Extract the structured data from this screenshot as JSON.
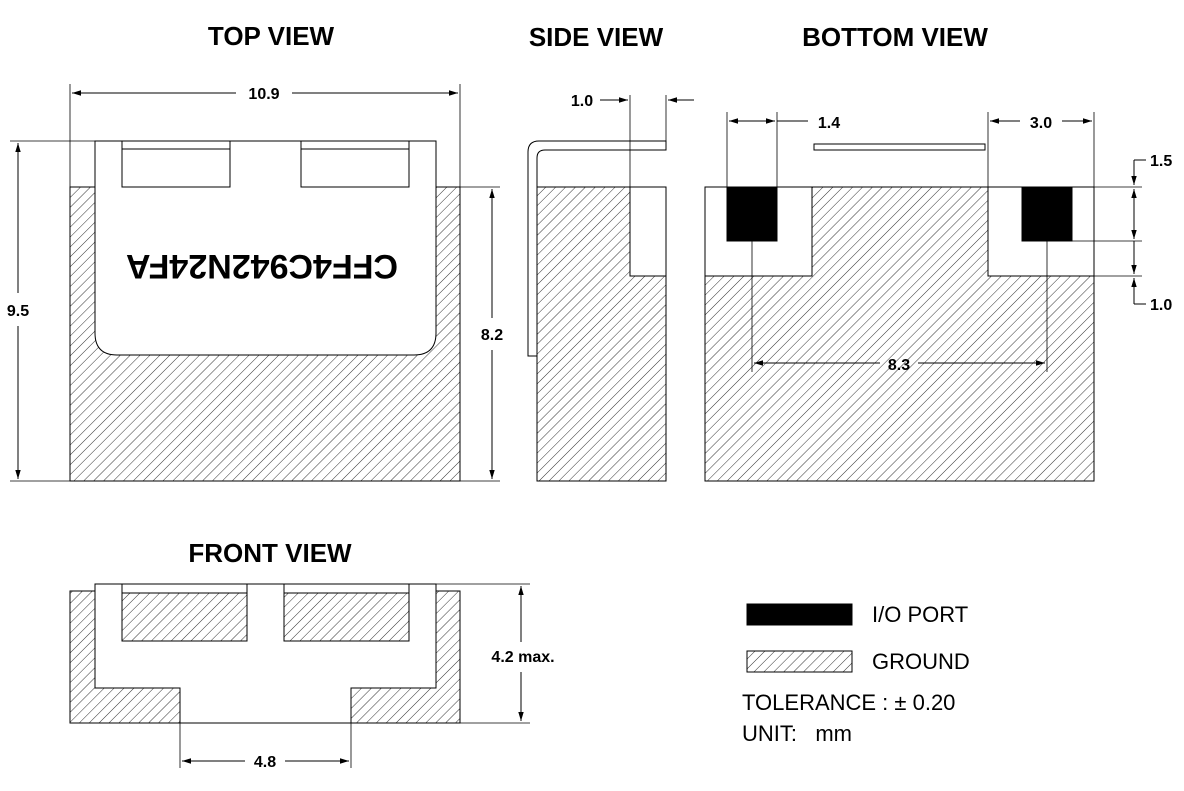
{
  "views": {
    "top": {
      "title": "TOP VIEW",
      "marking": "CFF4C942N24FA",
      "width": "10.9",
      "height": "9.5",
      "body_height": "8.2"
    },
    "side": {
      "title": "SIDE VIEW",
      "tab": "1.0"
    },
    "bottom": {
      "title": "BOTTOM VIEW",
      "pad_width": "1.4",
      "pad_offset": "3.0",
      "pad_gap": "1.5",
      "pad_edge": "1.0",
      "pad_pitch": "8.3"
    },
    "front": {
      "title": "FRONT VIEW",
      "height": "4.2 max.",
      "foot_gap": "4.8"
    }
  },
  "legend": {
    "io_port": "I/O PORT",
    "ground": "GROUND",
    "tolerance": "TOLERANCE : ± 0.20",
    "unit": "UNIT:   mm"
  },
  "colors": {
    "ink": "#000000",
    "paper": "#ffffff"
  }
}
